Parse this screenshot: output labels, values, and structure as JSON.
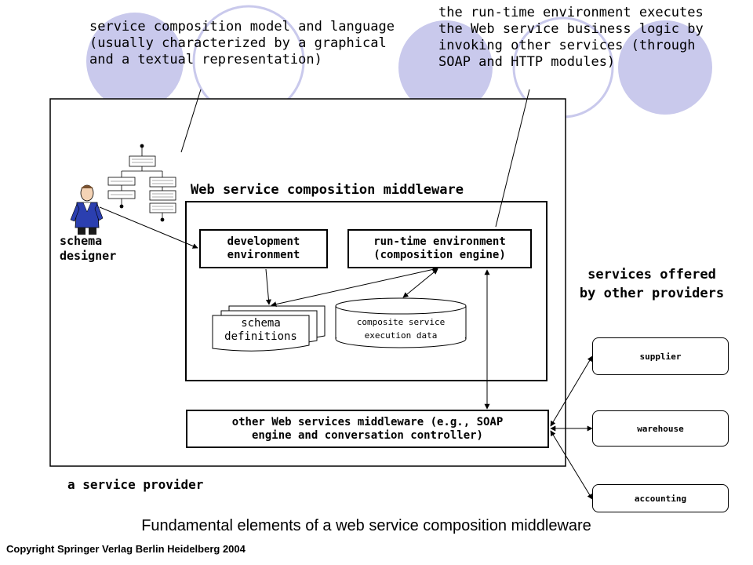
{
  "callouts": {
    "model_language": "service composition model and language\n(usually characterized by a graphical\nand a textual representation)",
    "runtime_note": "the run-time environment executes\nthe Web service business logic by\ninvoking other services (through\nSOAP and HTTP modules)"
  },
  "actors": {
    "schema_designer": "schema\ndesigner"
  },
  "middleware": {
    "title": "Web service composition middleware",
    "development_environment": "development\nenvironment",
    "runtime_environment": "run-time environment\n(composition engine)",
    "schema_definitions": "schema\ndefinitions",
    "composite_data": "composite service\nexecution data",
    "other_middleware": "other Web services middleware (e.g., SOAP\nengine and conversation controller)"
  },
  "provider_label": "a service provider",
  "external": {
    "heading": "services offered\nby other providers",
    "services": [
      "supplier",
      "warehouse",
      "accounting"
    ]
  },
  "caption": "Fundamental elements of a web service composition middleware",
  "copyright": "Copyright Springer Verlag Berlin Heidelberg 2004",
  "colors": {
    "decor_circle": "#c9c9ec"
  }
}
